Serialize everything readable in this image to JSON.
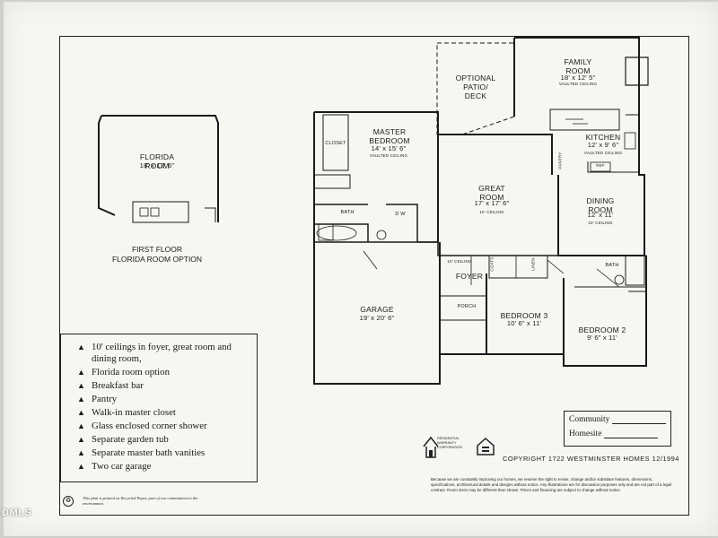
{
  "florida_option": {
    "room_name": "FLORIDA ROOM",
    "room_size": "18' x 12' 6\"",
    "title_line1": "FIRST FLOOR",
    "title_line2": "FLORIDA ROOM OPTION"
  },
  "rooms": {
    "optional_patio": [
      "OPTIONAL",
      "PATIO/",
      "DECK"
    ],
    "family_room": {
      "name": [
        "FAMILY",
        "ROOM"
      ],
      "size": "18' x 12' 5\"",
      "note": "VAULTED CEILING"
    },
    "master_bedroom": {
      "name": [
        "MASTER",
        "BEDROOM"
      ],
      "size": "14' x 15' 6\"",
      "note": "VAULTED CEILING"
    },
    "closet": "CLOSET",
    "kitchen": {
      "name": "KITCHEN",
      "size": "12' x 9' 6\"",
      "note": "VAULTED CEILING"
    },
    "pantry": "PANTRY",
    "ref": "REF",
    "great_room": {
      "name": [
        "GREAT",
        "ROOM"
      ],
      "size": "17' x 17' 6\"",
      "note": "10' CEILING"
    },
    "dining_room": {
      "name": [
        "DINING",
        "ROOM"
      ],
      "size": "12' x 11'",
      "note": "10' CEILING"
    },
    "master_bath": "BATH",
    "hall_bath": "BATH",
    "dw": "D W",
    "foyer": {
      "name": "FOYER",
      "note": "10' CEILING"
    },
    "coats": "COATS",
    "linen": "LINEN",
    "garage": {
      "name": "GARAGE",
      "size": "19' x 20' 6\""
    },
    "porch": "PORCH",
    "bedroom3": {
      "name": "BEDROOM 3",
      "size": "10' 6\" x 11'"
    },
    "bedroom2": {
      "name": "BEDROOM 2",
      "size": "9' 6\" x 11'"
    }
  },
  "features": [
    "10' ceilings in foyer, great room and dining room,",
    "Florida room option",
    "Breakfast bar",
    "Pantry",
    "Walk-in master closet",
    "Glass enclosed corner shower",
    "Separate garden tub",
    "Separate master bath vanities",
    "Two car garage"
  ],
  "community_box": {
    "community_label": "Community",
    "homesite_label": "Homesite"
  },
  "rwc_logo_text": [
    "RESIDENTIAL",
    "WARRANTY",
    "CORPORATION"
  ],
  "copyright": "COPYRIGHT 1722 WESTMINSTER HOMES 12/1994",
  "disclaimer": "Because we are constantly improving our homes, we reserve the right to revise, change and/or substitute features, dimensions, specifications, architectural details and designs without notice. Any illustrations are for discussion purposes only and are not part of a legal contract. Room sizes may be different than shown. Prices and financing are subject to change without notice.",
  "recycled_note": "This plan is printed on Recycled Paper, part of our commitment to the environment.",
  "watermark": "DMLS"
}
